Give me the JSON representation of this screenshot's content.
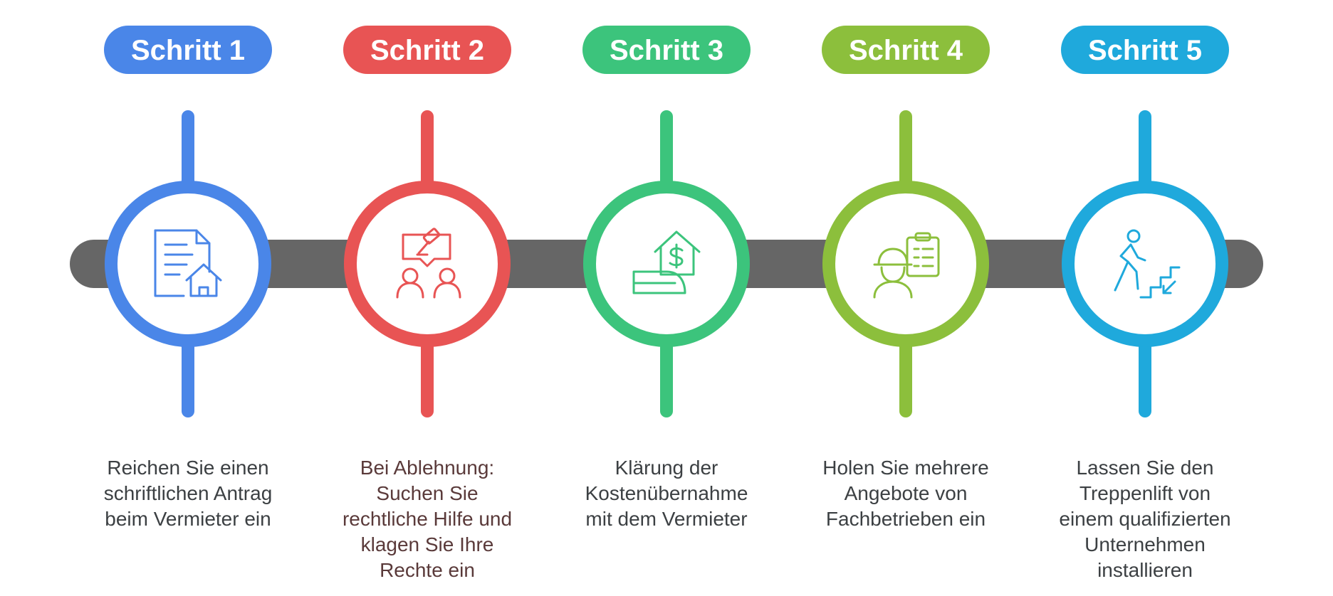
{
  "track_color": "#666666",
  "steps": [
    {
      "label": "Schritt 1",
      "color": "#4a86e8",
      "icon": "document-house-icon",
      "text_color": "#3c4043",
      "description": [
        "Reichen Sie einen",
        "schriftlichen Antrag",
        "beim Vermieter ein"
      ]
    },
    {
      "label": "Schritt 2",
      "color": "#e85454",
      "icon": "legal-help-gavel-people-icon",
      "text_color": "#5a3a3a",
      "description": [
        "Bei Ablehnung:",
        "Suchen Sie",
        "rechtliche Hilfe und",
        "klagen Sie Ihre",
        "Rechte ein"
      ]
    },
    {
      "label": "Schritt 3",
      "color": "#3cc47c",
      "icon": "hand-house-dollar-icon",
      "text_color": "#3c4043",
      "description": [
        "Klärung der",
        "Kostenübernahme",
        "mit dem Vermieter"
      ]
    },
    {
      "label": "Schritt 4",
      "color": "#8cbf3c",
      "icon": "worker-clipboard-icon",
      "text_color": "#3c4043",
      "description": [
        "Holen Sie mehrere",
        "Angebote von",
        "Fachbetrieben ein"
      ]
    },
    {
      "label": "Schritt 5",
      "color": "#1fa9dc",
      "icon": "person-stairs-icon",
      "text_color": "#3c4043",
      "description": [
        "Lassen Sie den",
        "Treppenlift von",
        "einem qualifizierten",
        "Unternehmen",
        "installieren"
      ]
    }
  ]
}
